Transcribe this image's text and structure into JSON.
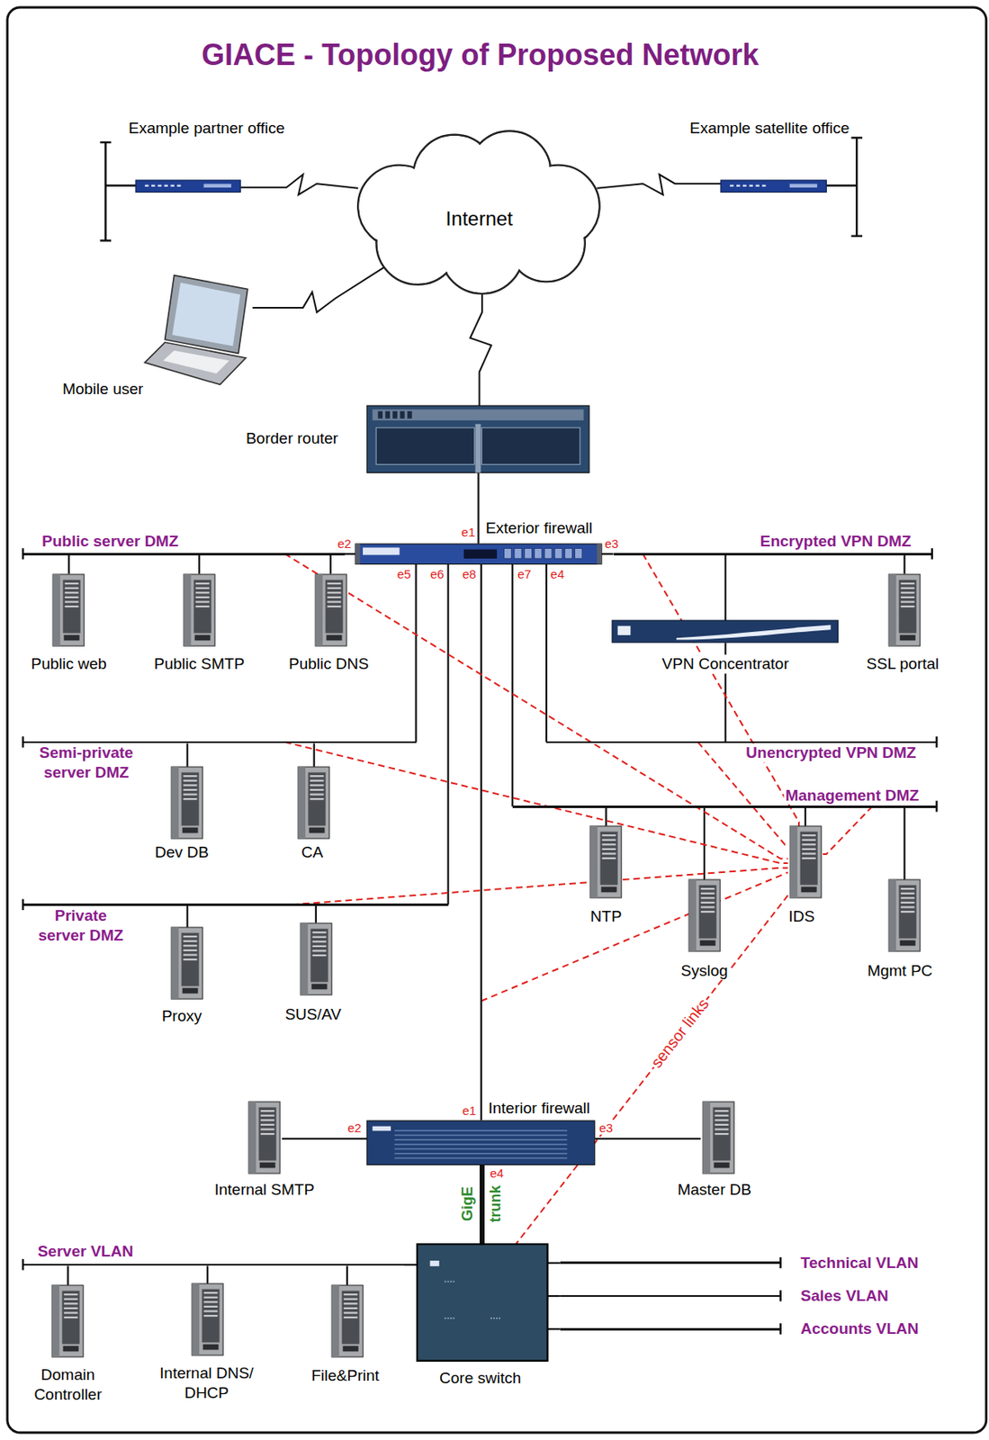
{
  "diagram": {
    "title": "GIACE - Topology of Proposed Network",
    "nodes": [
      {
        "text": [
          "Example partner office"
        ]
      },
      {
        "text": [
          "Example satellite office"
        ]
      },
      {
        "text": [
          "Internet"
        ]
      },
      {
        "text": [
          "Mobile user"
        ]
      },
      {
        "text": [
          "Border router"
        ]
      },
      {
        "text": [
          "Exterior firewall"
        ]
      },
      {
        "text": [
          "Public server DMZ"
        ]
      },
      {
        "text": [
          "Encrypted VPN DMZ"
        ]
      },
      {
        "text": [
          "Public web"
        ]
      },
      {
        "text": [
          "Public SMTP"
        ]
      },
      {
        "text": [
          "Public DNS"
        ]
      },
      {
        "text": [
          "VPN Concentrator"
        ]
      },
      {
        "text": [
          "SSL portal"
        ]
      },
      {
        "text": [
          "Semi-private server DMZ"
        ]
      },
      {
        "text": [
          "Unencrypted VPN DMZ"
        ]
      },
      {
        "text": [
          "Management DMZ"
        ]
      },
      {
        "text": [
          "Dev DB"
        ]
      },
      {
        "text": [
          "CA"
        ]
      },
      {
        "text": [
          "NTP"
        ]
      },
      {
        "text": [
          "Syslog"
        ]
      },
      {
        "text": [
          "IDS"
        ]
      },
      {
        "text": [
          "Mgmt PC"
        ]
      },
      {
        "text": [
          "Private server DMZ"
        ]
      },
      {
        "text": [
          "Proxy"
        ]
      },
      {
        "text": [
          "SUS/AV"
        ]
      },
      {
        "text": [
          "Interior firewall"
        ]
      },
      {
        "text": [
          "Internal SMTP"
        ]
      },
      {
        "text": [
          "Master DB"
        ]
      },
      {
        "text": [
          "Core switch"
        ]
      },
      {
        "text": [
          "Server VLAN"
        ]
      },
      {
        "text": [
          "Technical VLAN"
        ]
      },
      {
        "text": [
          "Sales VLAN"
        ]
      },
      {
        "text": [
          "Accounts VLAN"
        ]
      },
      {
        "text": [
          "Domain Controller"
        ]
      },
      {
        "text": [
          "Internal DNS/ DHCP"
        ]
      },
      {
        "text": [
          "File&Print"
        ]
      }
    ],
    "edges": [
      {
        "from": 0,
        "to": 2,
        "arrow": "none"
      },
      {
        "from": 1,
        "to": 2,
        "arrow": "none"
      },
      {
        "from": 3,
        "to": 2,
        "arrow": "none"
      },
      {
        "from": 2,
        "to": 4,
        "arrow": "none"
      },
      {
        "from": 4,
        "to": 5,
        "arrow": "none"
      },
      {
        "from": 5,
        "to": 6,
        "arrow": "none"
      },
      {
        "from": 5,
        "to": 7,
        "arrow": "none"
      },
      {
        "from": 5,
        "to": 13,
        "arrow": "none"
      },
      {
        "from": 5,
        "to": 22,
        "arrow": "none"
      },
      {
        "from": 5,
        "to": 15,
        "arrow": "none"
      },
      {
        "from": 5,
        "to": 14,
        "arrow": "none"
      },
      {
        "from": 5,
        "to": 25,
        "arrow": "none"
      },
      {
        "from": 6,
        "to": 8,
        "arrow": "none"
      },
      {
        "from": 6,
        "to": 9,
        "arrow": "none"
      },
      {
        "from": 6,
        "to": 10,
        "arrow": "none"
      },
      {
        "from": 7,
        "to": 11,
        "arrow": "none"
      },
      {
        "from": 7,
        "to": 12,
        "arrow": "none"
      },
      {
        "from": 11,
        "to": 14,
        "arrow": "none"
      },
      {
        "from": 13,
        "to": 16,
        "arrow": "none"
      },
      {
        "from": 13,
        "to": 17,
        "arrow": "none"
      },
      {
        "from": 15,
        "to": 18,
        "arrow": "none"
      },
      {
        "from": 15,
        "to": 19,
        "arrow": "none"
      },
      {
        "from": 15,
        "to": 20,
        "arrow": "none"
      },
      {
        "from": 15,
        "to": 21,
        "arrow": "none"
      },
      {
        "from": 22,
        "to": 23,
        "arrow": "none"
      },
      {
        "from": 22,
        "to": 24,
        "arrow": "none"
      },
      {
        "from": 25,
        "to": 26,
        "arrow": "none"
      },
      {
        "from": 25,
        "to": 27,
        "arrow": "none"
      },
      {
        "from": 25,
        "to": 28,
        "label": "GigE trunk",
        "arrow": "none"
      },
      {
        "from": 28,
        "to": 29,
        "arrow": "none"
      },
      {
        "from": 28,
        "to": 30,
        "arrow": "none"
      },
      {
        "from": 28,
        "to": 31,
        "arrow": "none"
      },
      {
        "from": 28,
        "to": 32,
        "arrow": "none"
      },
      {
        "from": 29,
        "to": 33,
        "arrow": "none"
      },
      {
        "from": 29,
        "to": 34,
        "arrow": "none"
      },
      {
        "from": 29,
        "to": 35,
        "arrow": "none"
      },
      {
        "from": 6,
        "to": 20,
        "arrow": "none"
      },
      {
        "from": 7,
        "to": 20,
        "arrow": "none"
      },
      {
        "from": 13,
        "to": 20,
        "arrow": "none"
      },
      {
        "from": 14,
        "to": 20,
        "arrow": "none"
      },
      {
        "from": 15,
        "to": 20,
        "arrow": "none"
      },
      {
        "from": 22,
        "to": 20,
        "arrow": "none"
      },
      {
        "from": 28,
        "to": 20,
        "label": "sensor links",
        "arrow": "none"
      }
    ],
    "labels": [
      "e1",
      "e2",
      "e3",
      "e5",
      "e6",
      "e8",
      "e7",
      "e4",
      "e1",
      "e2",
      "e3",
      "e4"
    ]
  }
}
